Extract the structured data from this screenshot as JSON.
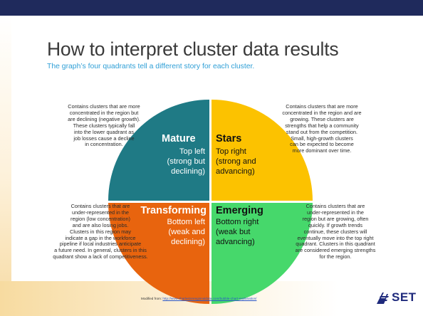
{
  "header": {
    "title": "How to interpret cluster data results",
    "subtitle": "The graph’s four quadrants tell a different story for each cluster."
  },
  "colors": {
    "mature": "#1f7a85",
    "stars": "#fcc200",
    "transforming": "#e8640e",
    "emerging": "#46d86b",
    "top_bar": "#1f2a5c",
    "subtitle": "#2f9fd6"
  },
  "quadrants": {
    "mature": {
      "name": "Mature",
      "lines": [
        "Top left",
        "(strong but",
        "declining)"
      ],
      "description": [
        "Contains clusters that are more",
        "concentrated in the region but",
        "are declining (negative growth).",
        "These clusters typically fall",
        "into the lower quadrant as",
        "job losses cause a decline",
        "in concentration."
      ]
    },
    "stars": {
      "name": "Stars",
      "lines": [
        "Top right",
        "(strong and",
        "advancing)"
      ],
      "description": [
        "Contains clusters that are more",
        "concentrated in the region and are",
        "growing. These clusters are",
        "strengths that help a community",
        "stand out from the competition.",
        "Small, high-growth clusters",
        "can be expected to become",
        "more dominant over time."
      ]
    },
    "transforming": {
      "name": "Transforming",
      "lines": [
        "Bottom left",
        "(weak and",
        "declining)"
      ],
      "description": [
        "Contains clusters that are",
        "under-represented in the",
        "region (low concentration)",
        "and are also losing jobs.",
        "Clusters in this region may",
        "indicate a gap in the workforce",
        "pipeline if local industries anticipate",
        "a future need. In general, clusters in this",
        "quadrant show a lack of competitiveness."
      ]
    },
    "emerging": {
      "name": "Emerging",
      "lines": [
        "Bottom right",
        "(weak but",
        "advancing)"
      ],
      "description": [
        "Contains clusters that are",
        "under-represented in the",
        "region but are growing, often",
        "quickly. If growth trends",
        "continue, these clusters will",
        "eventually move into the top right",
        "quadrant. Clusters in this quadrant",
        "are considered emerging strengths",
        "for the region."
      ]
    }
  },
  "footer": {
    "credit_prefix": "Modified from: ",
    "credit_link": "http://www.charlestonregionaldata.com/bubble-chart-explanation/",
    "logo_text": "SET"
  }
}
